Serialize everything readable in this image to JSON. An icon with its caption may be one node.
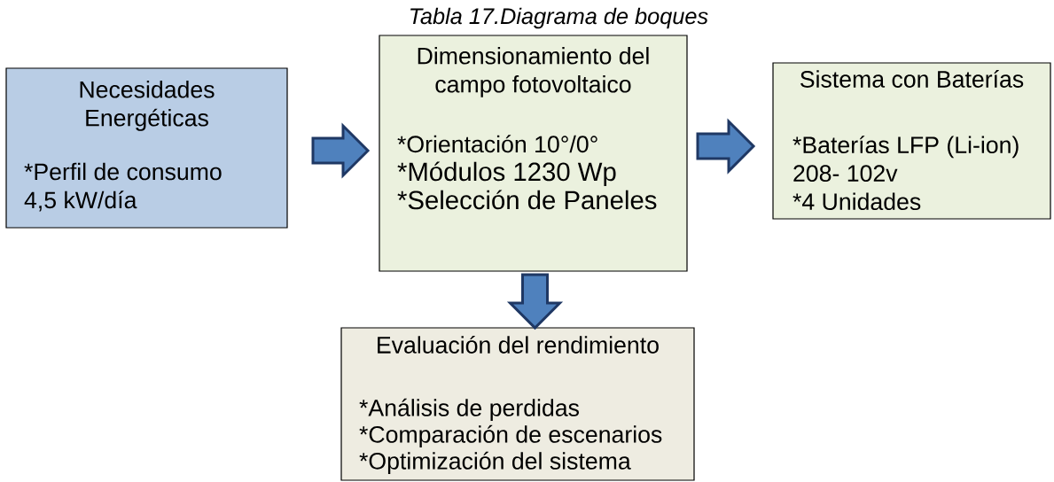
{
  "diagram": {
    "title": "Tabla 17.Diagrama de boques",
    "nodes": [
      {
        "text": [
          "Necesidades Energéticas",
          "*Perfil de consumo 4,5 kW/día"
        ]
      },
      {
        "text": [
          "Dimensionamiento del campo fotovoltaico",
          "*Orientación 10°/0°",
          "*Módulos 1230 Wp",
          "*Selección de Paneles"
        ]
      },
      {
        "text": [
          "Sistema con Baterías",
          "*Baterías LFP (Li-ion) 208- 102v",
          "*4 Unidades"
        ]
      },
      {
        "text": [
          "Evaluación del rendimiento",
          "*Análisis de perdidas",
          "*Comparación de escenarios",
          "*Optimización del sistema"
        ]
      }
    ],
    "edges": [
      {
        "from": 0,
        "to": 1,
        "arrow": "to"
      },
      {
        "from": 1,
        "to": 2,
        "arrow": "to"
      },
      {
        "from": 1,
        "to": 3,
        "arrow": "to"
      }
    ]
  }
}
